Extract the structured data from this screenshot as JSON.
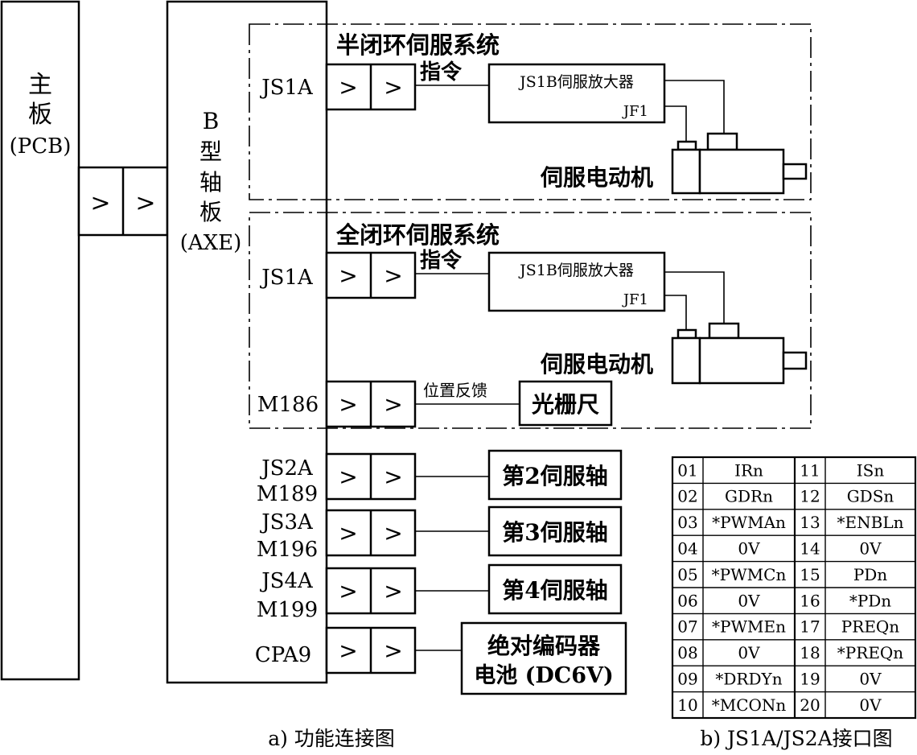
{
  "main_board": {
    "line1": "主",
    "line2": "板",
    "line3": "(PCB)"
  },
  "axis_board": {
    "line1": "B",
    "line2": "型",
    "line3": "轴",
    "line4": "板",
    "line5": "(AXE)"
  },
  "connector_symbol": ">",
  "semi_closed": {
    "title": "半闭环伺服系统",
    "port": "JS1A",
    "command_label": "指令",
    "amplifier": "JS1B伺服放大器",
    "jf_port": "JF1",
    "motor": "伺服电动机"
  },
  "full_closed": {
    "title": "全闭环伺服系统",
    "port": "JS1A",
    "command_label": "指令",
    "amplifier": "JS1B伺服放大器",
    "jf_port": "JF1",
    "motor": "伺服电动机",
    "feedback_port": "M186",
    "feedback_label": "位置反馈",
    "scale": "光栅尺"
  },
  "axes": [
    {
      "port_top": "JS2A",
      "port_bottom": "M189",
      "target": "第2伺服轴"
    },
    {
      "port_top": "JS3A",
      "port_bottom": "M196",
      "target": "第3伺服轴"
    },
    {
      "port_top": "JS4A",
      "port_bottom": "M199",
      "target": "第4伺服轴"
    }
  ],
  "battery": {
    "port": "CPA9",
    "line1": "绝对编码器",
    "line2": "电池 (DC6V)"
  },
  "caption_a": "a) 功能连接图",
  "caption_b": "b) JS1A/JS2A接口图",
  "pin_table": [
    [
      "01",
      "IRn",
      "11",
      "ISn"
    ],
    [
      "02",
      "GDRn",
      "12",
      "GDSn"
    ],
    [
      "03",
      "*PWMAn",
      "13",
      "*ENBLn"
    ],
    [
      "04",
      "0V",
      "14",
      "0V"
    ],
    [
      "05",
      "*PWMCn",
      "15",
      "PDn"
    ],
    [
      "06",
      "0V",
      "16",
      "*PDn"
    ],
    [
      "07",
      "*PWMEn",
      "17",
      "PREQn"
    ],
    [
      "08",
      "0V",
      "18",
      "*PREQn"
    ],
    [
      "09",
      "*DRDYn",
      "19",
      "0V"
    ],
    [
      "10",
      "*MCONn",
      "20",
      "0V"
    ]
  ]
}
